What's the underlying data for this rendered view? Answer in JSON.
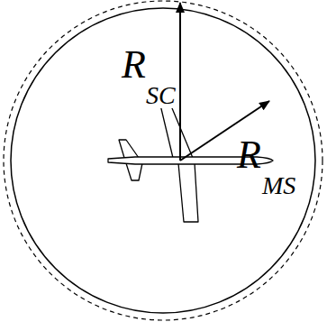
{
  "diagram": {
    "labels": [
      "R",
      "SC",
      "R",
      "MS"
    ]
  }
}
